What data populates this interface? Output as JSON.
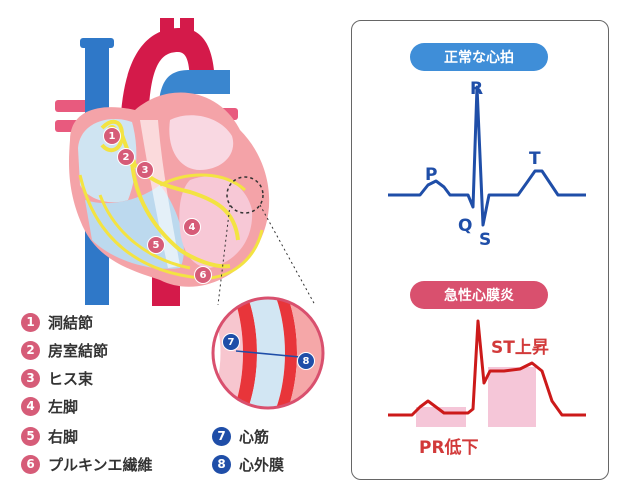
{
  "colors": {
    "pink_marker": "#d65c78",
    "blue_marker": "#1f4ea8",
    "normal_pill": "#3f8ed8",
    "pericarditis_pill": "#d9506e",
    "normal_wave": "#1f4ea8",
    "abnormal_wave": "#cc1a1a",
    "highlight": "#f5c6d8"
  },
  "legend": [
    {
      "num": "1",
      "label": "洞結節",
      "color": "#d65c78"
    },
    {
      "num": "2",
      "label": "房室結節",
      "color": "#d65c78"
    },
    {
      "num": "3",
      "label": "ヒス束",
      "color": "#d65c78"
    },
    {
      "num": "4",
      "label": "左脚",
      "color": "#d65c78"
    },
    {
      "num": "5",
      "label": "右脚",
      "color": "#d65c78"
    },
    {
      "num": "6",
      "label": "プルキンエ繊維",
      "color": "#d65c78"
    },
    {
      "num": "7",
      "label": "心筋",
      "color": "#1f4ea8"
    },
    {
      "num": "8",
      "label": "心外膜",
      "color": "#1f4ea8"
    }
  ],
  "heart_markers": [
    "1",
    "2",
    "3",
    "4",
    "5",
    "6"
  ],
  "zoom_markers": [
    "7",
    "8"
  ],
  "ecg": {
    "normal_title": "正常な心拍",
    "pericarditis_title": "急性心膜炎",
    "wave_labels": {
      "p": "P",
      "q": "Q",
      "r": "R",
      "s": "S",
      "t": "T"
    },
    "st_label": "ST上昇",
    "pr_label": "PR低下"
  }
}
